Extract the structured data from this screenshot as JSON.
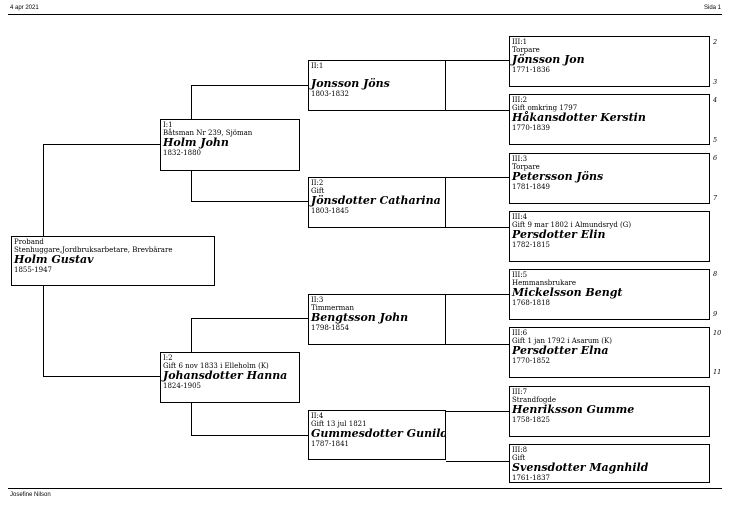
{
  "header": {
    "date": "4 apr 2021",
    "page": "Sida 1"
  },
  "footer": {
    "author": "Josefine Nilson"
  },
  "persons": {
    "proband": {
      "code": "Proband",
      "sub": "Stenhuggare,Jordbruksarbetare, Brevbärare",
      "name": "Holm Gustav",
      "dates": "1855-1947"
    },
    "i1": {
      "code": "I:1",
      "sub": "Båtsman Nr 239, Sjöman",
      "name": "Holm John",
      "dates": "1832-1880"
    },
    "i2": {
      "code": "I:2",
      "sub": "Gift 6 nov 1833 i Elleholm (K)",
      "name": "Johansdotter Hanna",
      "dates": "1824-1905"
    },
    "ii1": {
      "code": "II:1",
      "sub": "",
      "name": "Jonsson Jöns",
      "dates": "1803-1832"
    },
    "ii2": {
      "code": "II:2",
      "sub": "Gift",
      "name": "Jönsdotter Catharina",
      "dates": "1803-1845"
    },
    "ii3": {
      "code": "II:3",
      "sub": "Timmerman",
      "name": "Bengtsson John",
      "dates": "1798-1854"
    },
    "ii4": {
      "code": "II:4",
      "sub": "Gift 13 jul 1821",
      "name": "Gummesdotter Gunild",
      "dates": "1787-1841"
    },
    "iii1": {
      "code": "III:1",
      "sub": "Torpare",
      "name": "Jönsson Jon",
      "dates": "1771-1836"
    },
    "iii2": {
      "code": "III:2",
      "sub": "Gift omkring 1797",
      "name": "Håkansdotter Kerstin",
      "dates": "1770-1839"
    },
    "iii3": {
      "code": "III:3",
      "sub": "Torpare",
      "name": "Petersson Jöns",
      "dates": "1781-1849"
    },
    "iii4": {
      "code": "III:4",
      "sub": "Gift 9 mar 1802 i Almundsryd (G)",
      "name": "Persdotter Elin",
      "dates": "1782-1815"
    },
    "iii5": {
      "code": "III:5",
      "sub": "Hemmansbrukare",
      "name": "Mickelsson Bengt",
      "dates": "1768-1818"
    },
    "iii6": {
      "code": "III:6",
      "sub": "Gift 1 jan 1792 i Asarum (K)",
      "name": "Persdotter Elna",
      "dates": "1770-1852"
    },
    "iii7": {
      "code": "III:7",
      "sub": "Strandfogde",
      "name": "Henriksson Gumme",
      "dates": "1758-1825"
    },
    "iii8": {
      "code": "III:8",
      "sub": "Gift",
      "name": "Svensdotter Magnhild",
      "dates": "1761-1837"
    }
  },
  "refs": [
    "2",
    "3",
    "4",
    "5",
    "6",
    "7",
    "8",
    "9",
    "10",
    "11"
  ]
}
